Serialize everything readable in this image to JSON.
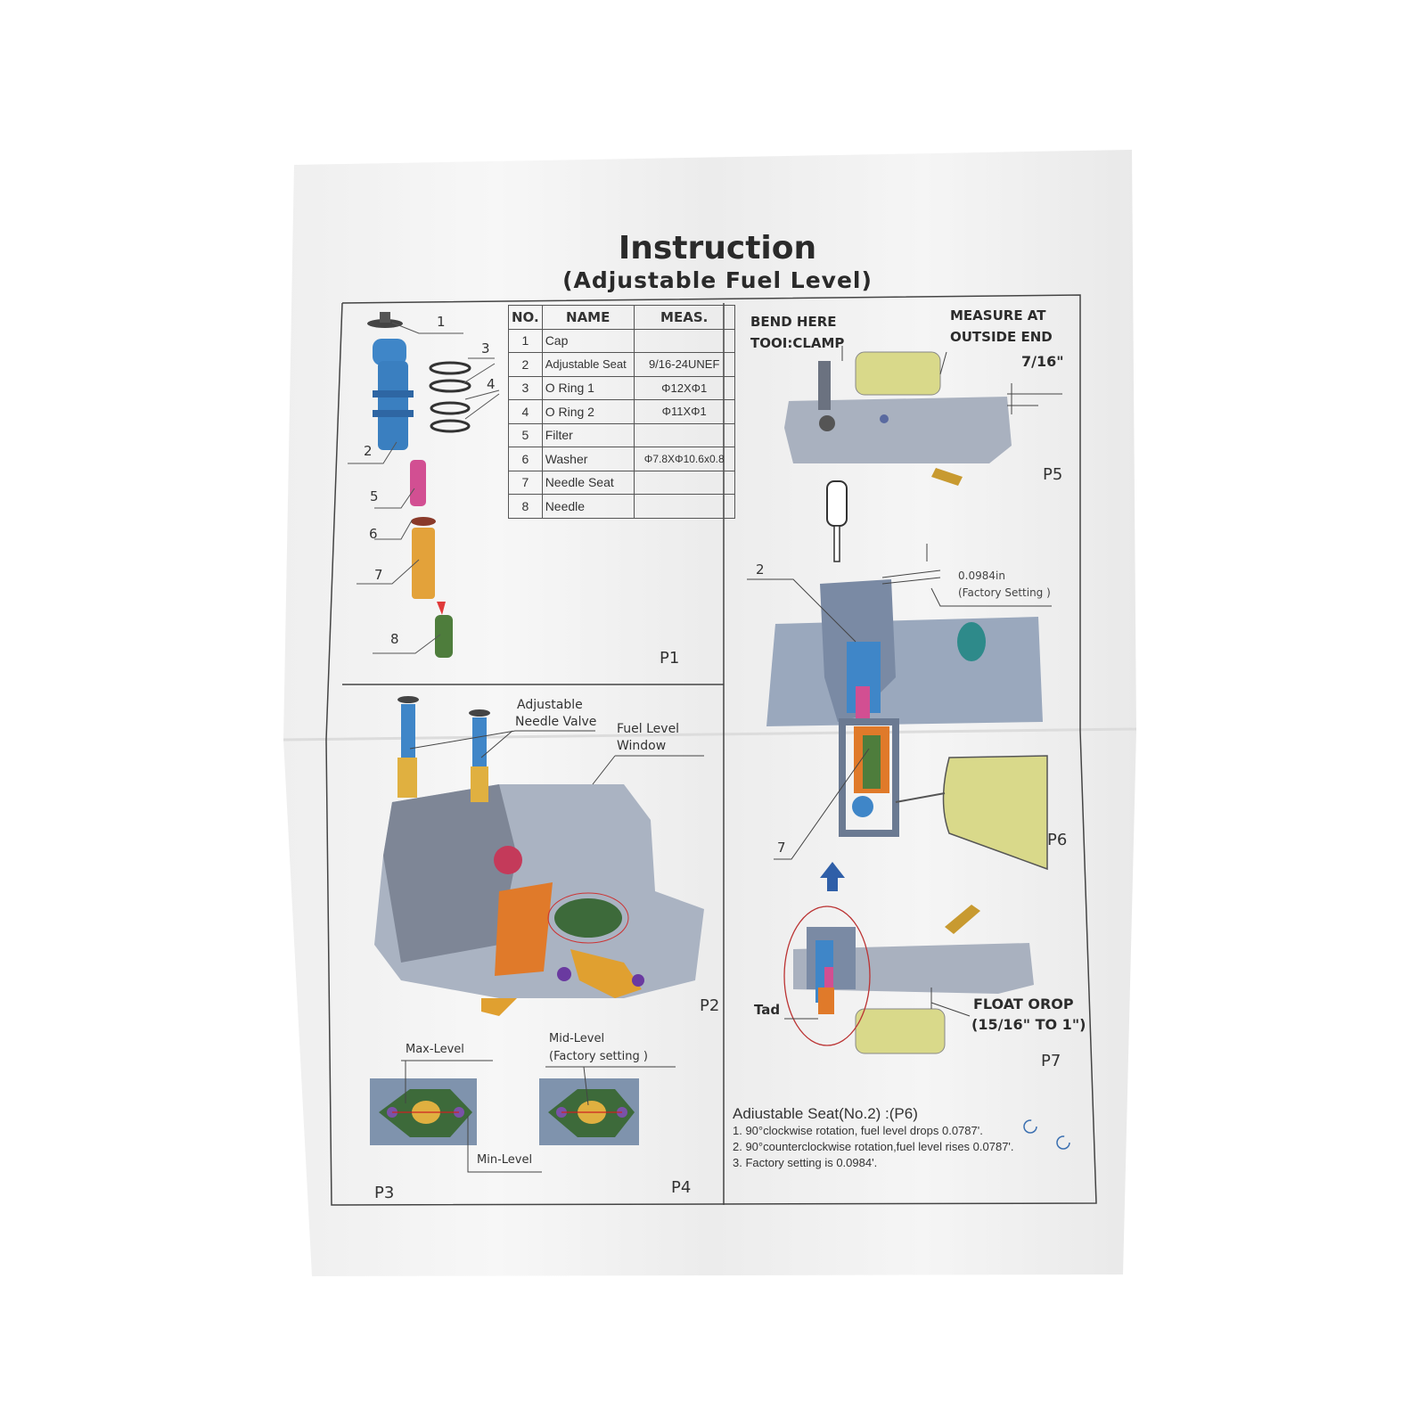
{
  "document": {
    "title": "Instruction",
    "subtitle": "(Adjustable Fuel Level)"
  },
  "parts_table": {
    "headers": [
      "NO.",
      "NAME",
      "MEAS."
    ],
    "rows": [
      {
        "no": "1",
        "name": "Cap",
        "meas": ""
      },
      {
        "no": "2",
        "name": "Adjustable Seat",
        "meas": "9/16-24UNEF"
      },
      {
        "no": "3",
        "name": "O Ring 1",
        "meas": "Φ12XΦ1"
      },
      {
        "no": "4",
        "name": "O Ring 2",
        "meas": "Φ11XΦ1"
      },
      {
        "no": "5",
        "name": "Filter",
        "meas": ""
      },
      {
        "no": "6",
        "name": "Washer",
        "meas": "Φ7.8XΦ10.6x0.8"
      },
      {
        "no": "7",
        "name": "Needle Seat",
        "meas": ""
      },
      {
        "no": "8",
        "name": "Needle",
        "meas": ""
      }
    ]
  },
  "p1": {
    "label": "P1",
    "callouts": [
      "1",
      "2",
      "3",
      "4",
      "5",
      "6",
      "7",
      "8"
    ]
  },
  "p2": {
    "label": "P2",
    "needle_valve_label_line1": "Adjustable",
    "needle_valve_label_line2": "Needle Valve",
    "window_label_line1": "Fuel Level",
    "window_label_line2": "Window"
  },
  "p3": {
    "label": "P3",
    "max_label": "Max-Level",
    "min_label": "Min-Level"
  },
  "p4": {
    "label": "P4",
    "mid_label_line1": "Mid-Level",
    "mid_label_line2": "(Factory setting )"
  },
  "p5": {
    "label": "P5",
    "bend_line1": "BEND HERE",
    "bend_line2": "TOOI:CLAMP",
    "measure_line1": "MEASURE AT",
    "measure_line2": "OUTSIDE END",
    "measure_value": "7/16\""
  },
  "p6": {
    "label": "P6",
    "callout_2": "2",
    "callout_7": "7",
    "gap_value": "0.0984in",
    "gap_note": "(Factory Setting )"
  },
  "p7": {
    "label": "P7",
    "tad_label": "Tad",
    "drop_line1": "FLOAT OROP",
    "drop_line2": "(15/16\"  TO 1\")"
  },
  "notes": {
    "heading": "Adiustable Seat(No.2) :(P6)",
    "lines": [
      "1. 90°clockwise rotation, fuel level drops 0.0787'.",
      "2. 90°counterclockwise rotation,fuel level rises 0.0787'.",
      "3. Factory setting is 0.0984'."
    ]
  },
  "colors": {
    "blue_part": "#3f86c8",
    "pink_filter": "#d24f92",
    "orange_seat": "#e3a23a",
    "green_needle": "#4e7d3c",
    "float_yellow": "#d9d98a",
    "casting_gray": "#aab3c2"
  }
}
